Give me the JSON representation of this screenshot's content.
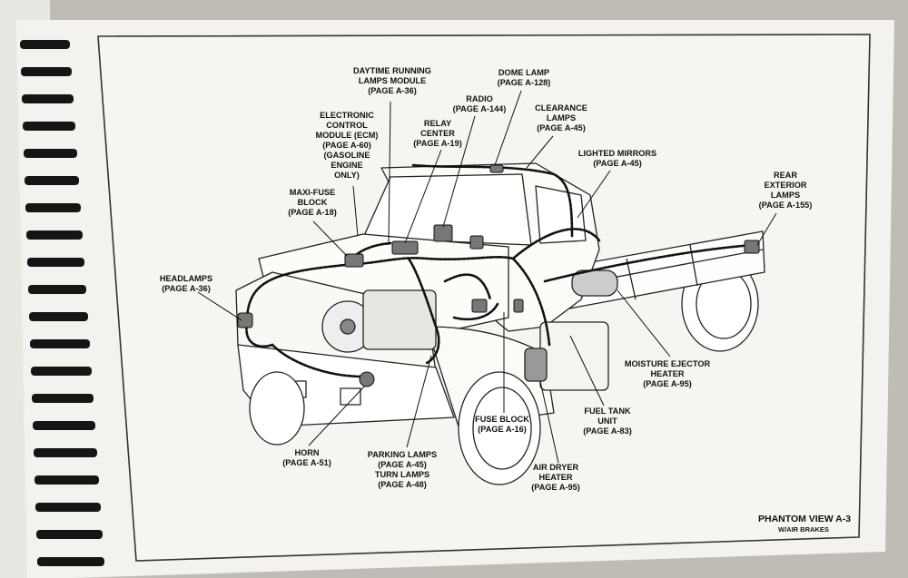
{
  "labels": [
    {
      "id": "drl",
      "lines": [
        "DAYTIME RUNNING",
        "LAMPS MODULE",
        "(PAGE A-36)"
      ]
    },
    {
      "id": "dome",
      "lines": [
        "DOME LAMP",
        "(PAGE A-128)"
      ]
    },
    {
      "id": "radio",
      "lines": [
        "RADIO",
        "(PAGE A-144)"
      ]
    },
    {
      "id": "clearance",
      "lines": [
        "CLEARANCE",
        "LAMPS",
        "(PAGE A-45)"
      ]
    },
    {
      "id": "ecm",
      "lines": [
        "ELECTRONIC",
        "CONTROL",
        "MODULE (ECM)",
        "(PAGE A-60)",
        "(GASOLINE",
        "ENGINE",
        "ONLY)"
      ]
    },
    {
      "id": "relay",
      "lines": [
        "RELAY",
        "CENTER",
        "(PAGE A-19)"
      ]
    },
    {
      "id": "mirrors",
      "lines": [
        "LIGHTED MIRRORS",
        "(PAGE A-45)"
      ]
    },
    {
      "id": "rear",
      "lines": [
        "REAR",
        "EXTERIOR",
        "LAMPS",
        "(PAGE A-155)"
      ]
    },
    {
      "id": "maxifuse",
      "lines": [
        "MAXI-FUSE",
        "BLOCK",
        "(PAGE A-18)"
      ]
    },
    {
      "id": "headlamps",
      "lines": [
        "HEADLAMPS",
        "(PAGE A-36)"
      ]
    },
    {
      "id": "moisture",
      "lines": [
        "MOISTURE EJECTOR",
        "HEATER",
        "(PAGE A-95)"
      ]
    },
    {
      "id": "fuelunit",
      "lines": [
        "FUEL TANK",
        "UNIT",
        "(PAGE A-83)"
      ]
    },
    {
      "id": "fuseblock",
      "lines": [
        "FUSE BLOCK",
        "(PAGE A-16)"
      ]
    },
    {
      "id": "horn",
      "lines": [
        "HORN",
        "(PAGE A-51)"
      ]
    },
    {
      "id": "parking",
      "lines": [
        "PARKING LAMPS",
        "(PAGE A-45)",
        "TURN LAMPS",
        "(PAGE A-48)"
      ]
    },
    {
      "id": "airdryer",
      "lines": [
        "AIR DRYER",
        "HEATER",
        "(PAGE A-95)"
      ]
    }
  ],
  "footer": {
    "title": "PHANTOM VIEW  A-3",
    "subtitle": "W/AIR BRAKES"
  }
}
